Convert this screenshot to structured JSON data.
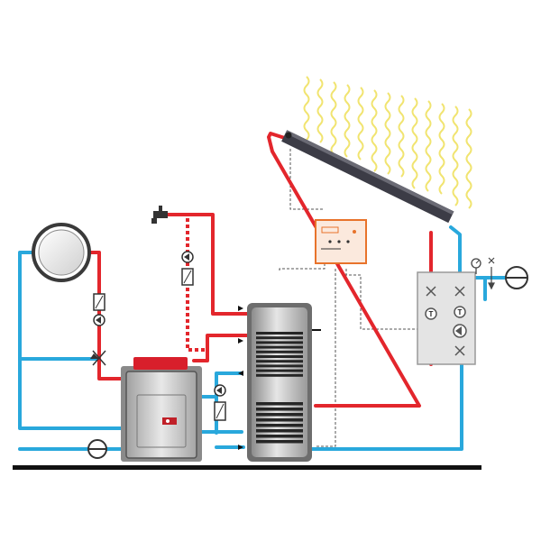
{
  "diagram": {
    "colors": {
      "hot": "#e3262c",
      "cold": "#29a8dc",
      "control_line": "#555555",
      "controller_frame": "#e8732b",
      "ground": "#111111",
      "sun_rays": "#f1e470",
      "collector": "#3c3c46",
      "boiler_top": "#d81f2b",
      "tank": "#a9a9a9",
      "station": "#dcdcdc"
    },
    "components": {
      "expansion_vessel": "expansion-vessel",
      "boiler": "boiler-unit",
      "storage_tank": "solar-storage-tank",
      "solar_collector": "solar-collector",
      "controller": "solar-controller",
      "pump_station": "solar-pump-station",
      "faucet": "hot-water-tap"
    },
    "station_badge": "T",
    "controller_dots": 3
  }
}
